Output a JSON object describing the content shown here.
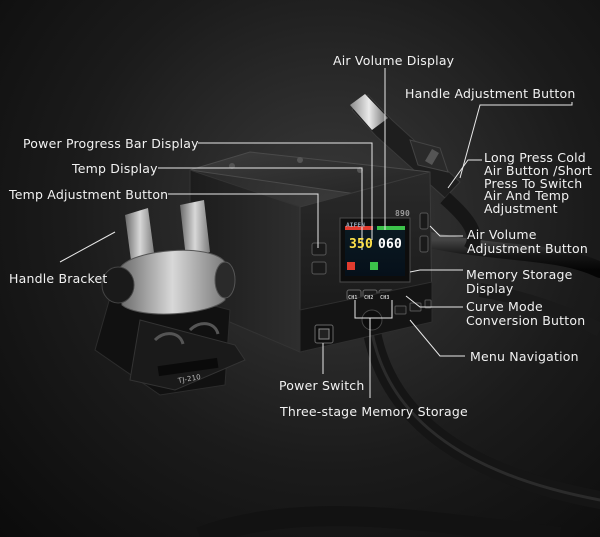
{
  "labels": {
    "air_volume_display": "Air Volume Display",
    "handle_adjustment_button": "Handle Adjustment Button",
    "power_progress_bar_display": "Power Progress Bar Display",
    "temp_display": "Temp Display",
    "temp_adjustment_button": "Temp Adjustment Button",
    "handle_bracket": "Handle Bracket",
    "long_press_cold_air": "Long Press Cold\nAir Button /Short\nPress To Switch\nAir And Temp\nAdjustment",
    "air_volume_adjustment_button": "Air Volume\nAdjustment Button",
    "memory_storage_display": "Memory Storage\nDisplay",
    "curve_mode_conversion_button": "Curve Mode\nConversion Button",
    "menu_navigation": "Menu Navigation",
    "power_switch": "Power Switch",
    "three_stage_memory_storage": "Three-stage Memory Storage"
  },
  "device": {
    "brand": "AIFEN",
    "model_front": "890",
    "bracket_model": "TJ-210",
    "temp_value": "350",
    "air_value": "060",
    "memory_buttons": [
      "CH1",
      "CH2",
      "CH3"
    ]
  },
  "colors": {
    "label_text": "#f2f2f2",
    "leader_line": "#e8e8e8",
    "temp_digits": "#ffe24a",
    "air_digits": "#ffffff",
    "lcd_accent_red": "#e23b2e",
    "lcd_accent_green": "#3cc24a"
  }
}
